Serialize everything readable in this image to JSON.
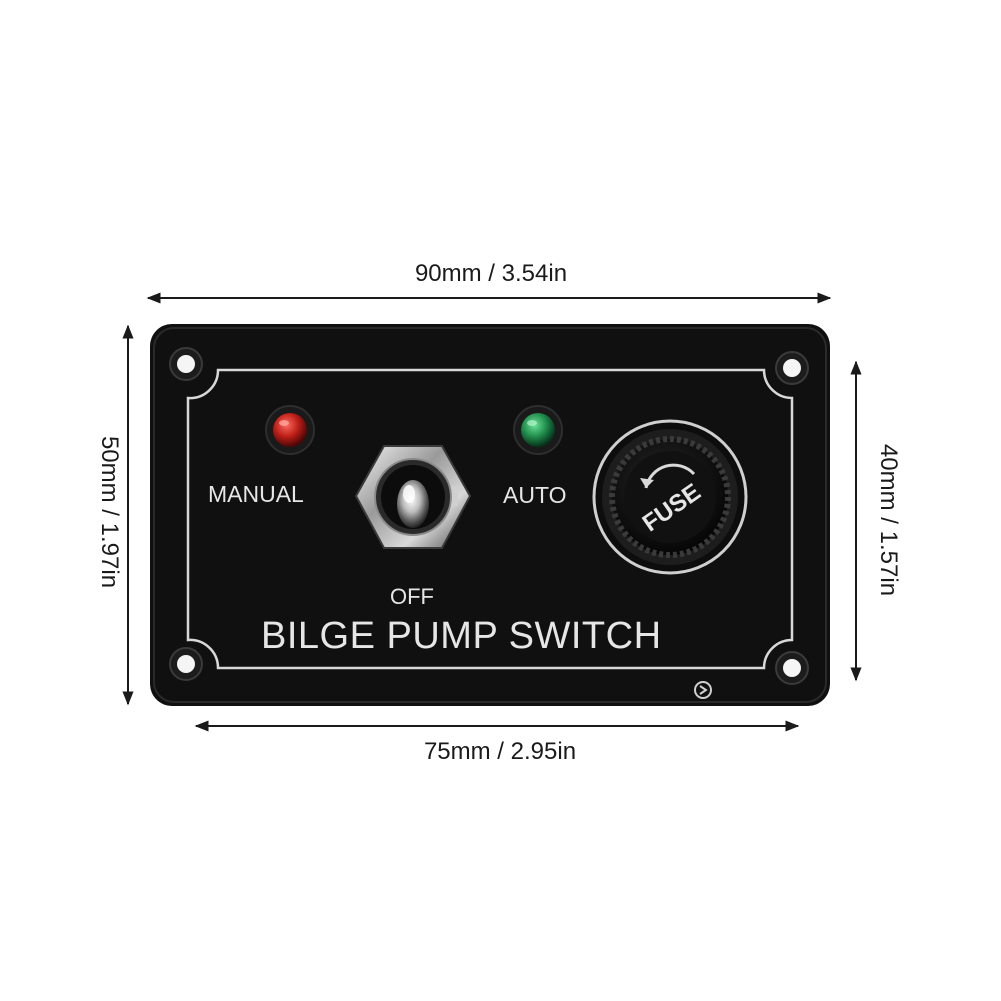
{
  "dimensions": {
    "overall_width": "90mm / 3.54in",
    "overall_height": "50mm / 1.97in",
    "inner_width": "75mm / 2.95in",
    "inner_height": "40mm / 1.57in"
  },
  "panel": {
    "title": "BILGE PUMP SWITCH",
    "manual_label": "MANUAL",
    "auto_label": "AUTO",
    "off_label": "OFF",
    "fuse_label": "FUSE"
  },
  "colors": {
    "panel": "#111111",
    "border_line": "#d8d8d8",
    "manual_led": "#c0221c",
    "auto_led": "#1f8a4a",
    "dimension_line": "#1a1a1a"
  }
}
